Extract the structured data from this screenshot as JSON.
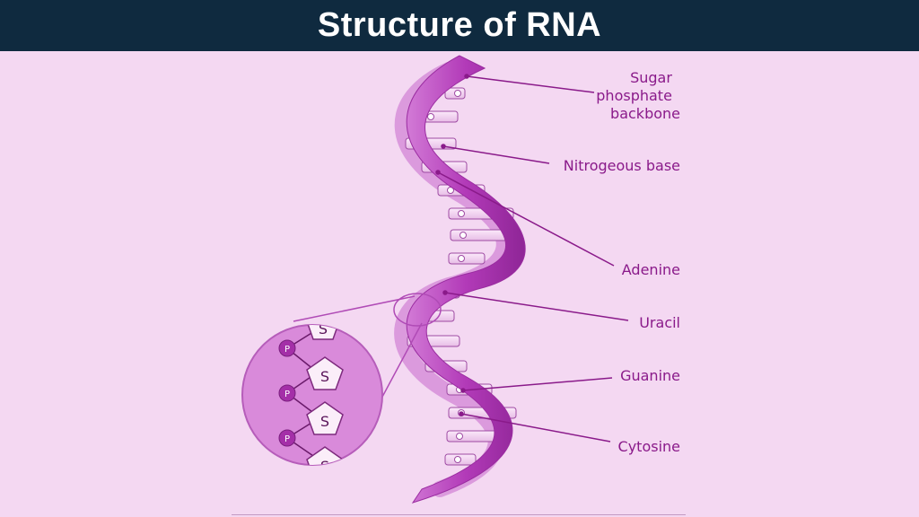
{
  "title": "Structure of RNA",
  "labels": {
    "sugar_phosphate": [
      "Sugar",
      "phosphate",
      "backbone"
    ],
    "nitrogenous_base": "Nitrogeous base",
    "adenine": "Adenine",
    "uracil": "Uracil",
    "guanine": "Guanine",
    "cytosine": "Cytosine"
  },
  "inset": {
    "phosphate_letter": "P",
    "sugar_letter": "S"
  },
  "colors": {
    "header_bg": "#0f2a3f",
    "background": "#f4d8f2",
    "strand": "#b240b8",
    "label": "#8a1a8a"
  }
}
